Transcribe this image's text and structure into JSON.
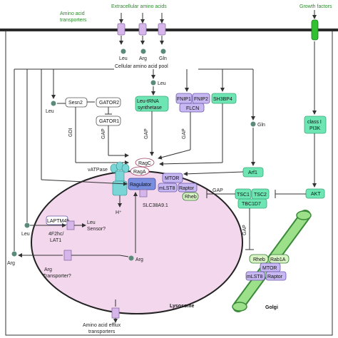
{
  "header": {
    "extracellular_amino_acids": "Extracellular amino acids",
    "amino_acid_transporters": "Amino acid\ntransporters",
    "growth_factors": "Growth factors"
  },
  "metabolites": {
    "leu": "Leu",
    "arg": "Arg",
    "gln": "Gln",
    "h_plus": "H⁺"
  },
  "pool": {
    "label": "Cellular amino acid pool"
  },
  "proteins": {
    "sesn2": "Sesn2",
    "gator2": "GATOR2",
    "gator1": "GATOR1",
    "leu_trna": "Leu-tRNA\nsynthetase",
    "fnip1": "FNIP1",
    "fnip2": "FNIP2",
    "flcn": "FLCN",
    "sh3bp4": "SH3BP4",
    "class1_pi3k": "class I\nPI3K",
    "akt": "AKT",
    "arf1": "Arf1",
    "ragc": "RagC",
    "raga": "RagA",
    "ragulator": "Ragulator",
    "vatpase": "vATPase",
    "mtor": "MTOR",
    "mlst8": "mLST8",
    "raptor": "Raptor",
    "rheb": "Rheb",
    "tsc1": "TSC1",
    "tsc2": "TSC2",
    "tbc1d7": "TBC1D7",
    "slc38a9": "SLC38A9.1",
    "laptm4b": "LAPTM4b",
    "leu_sensor": "Leu\nSensor?",
    "f2hc_lat1": "4F2hc/\nLAT1",
    "arg_transporter": "Arg\nTransporter?",
    "efflux": "Amino acid efflux\ntransporters",
    "rab1a": "Rab1A"
  },
  "edge_labels": {
    "gdi": "GDI",
    "gap": "GAP"
  },
  "compartments": {
    "lysosome": "Lysosome",
    "golgi": "Golgi"
  },
  "colors": {
    "membrane": "#2b2b2b",
    "lysosome_fill": "#f3d7ec",
    "transporter": "#d6b6ea",
    "green_box": "#6ee6b4",
    "purple_box": "#c7b7f2",
    "light_green_box": "#d8f4c4",
    "golgi": "#9de08a",
    "growth_receptor": "#30c030"
  }
}
